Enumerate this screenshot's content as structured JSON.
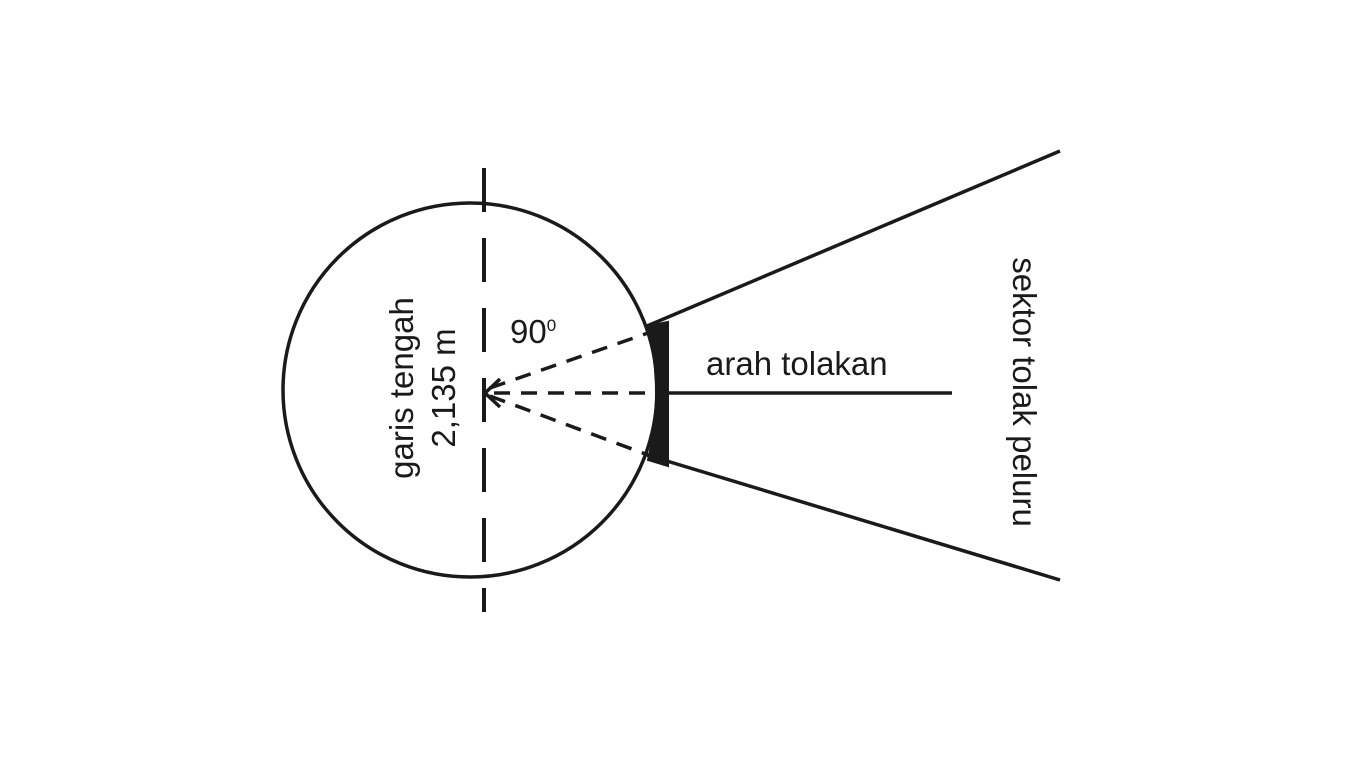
{
  "labels": {
    "diameter_line1": "garis tengah",
    "diameter_line2": "2,135 m",
    "angle_value": "90",
    "angle_superscript": "0",
    "throw_direction": "arah tolakan",
    "sector": "sektor tolak peluru"
  },
  "colors": {
    "line": "#1a1a1a",
    "background": "#ffffff"
  }
}
